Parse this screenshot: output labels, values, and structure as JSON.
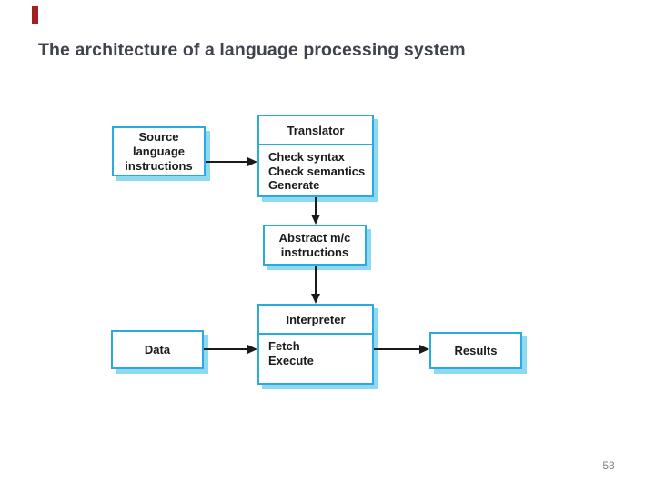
{
  "slide": {
    "title": "The architecture of a language processing system",
    "page_number": "53"
  },
  "colors": {
    "accent_bar": "#a32020",
    "title_text": "#3f434d",
    "box_border": "#29abe2",
    "box_shadow": "#8ed9f2",
    "box_text": "#1b1b1b",
    "arrow": "#1a1a1a",
    "page_number": "#7f7f7f"
  },
  "diagram": {
    "boxes": {
      "source": {
        "label": "Source language instructions"
      },
      "translator": {
        "title": "Translator",
        "items": [
          "Check syntax",
          "Check semantics",
          "Generate"
        ]
      },
      "abstract_mc": {
        "label": "Abstract m/c instructions"
      },
      "interpreter": {
        "title": "Interpreter",
        "items": [
          "Fetch",
          "Execute"
        ]
      },
      "data": {
        "label": "Data"
      },
      "results": {
        "label": "Results"
      }
    },
    "connections": [
      "source -> translator",
      "translator -> abstract_mc",
      "abstract_mc -> interpreter",
      "data -> interpreter",
      "interpreter -> results"
    ]
  }
}
